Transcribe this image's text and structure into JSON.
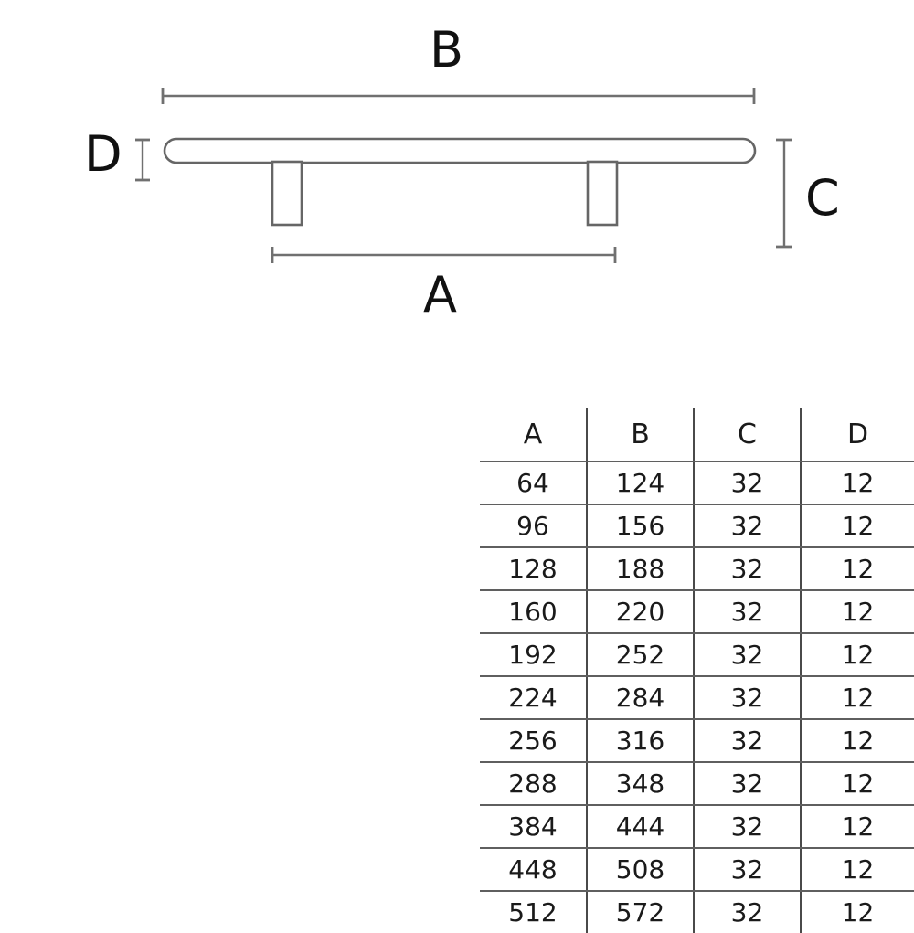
{
  "drawing": {
    "name": "bar-pull-handle-dimension-drawing",
    "labels": {
      "A": "A",
      "B": "B",
      "C": "C",
      "D": "D"
    },
    "colors": {
      "outline": "#666666",
      "dimension_line": "#707070",
      "text": "#111111"
    }
  },
  "table": {
    "columns": [
      "A",
      "B",
      "C",
      "D"
    ],
    "rows": [
      [
        "64",
        "124",
        "32",
        "12"
      ],
      [
        "96",
        "156",
        "32",
        "12"
      ],
      [
        "128",
        "188",
        "32",
        "12"
      ],
      [
        "160",
        "220",
        "32",
        "12"
      ],
      [
        "192",
        "252",
        "32",
        "12"
      ],
      [
        "224",
        "284",
        "32",
        "12"
      ],
      [
        "256",
        "316",
        "32",
        "12"
      ],
      [
        "288",
        "348",
        "32",
        "12"
      ],
      [
        "384",
        "444",
        "32",
        "12"
      ],
      [
        "448",
        "508",
        "32",
        "12"
      ],
      [
        "512",
        "572",
        "32",
        "12"
      ]
    ],
    "colors": {
      "rule": "#5f5f5f",
      "separator": "#4a4a4a",
      "text": "#1a1a1a"
    }
  },
  "chart_data": {
    "type": "table",
    "title": "",
    "categories": [
      "A",
      "B",
      "C",
      "D"
    ],
    "series": [
      {
        "name": "A",
        "values": [
          64,
          96,
          128,
          160,
          192,
          224,
          256,
          288,
          384,
          448,
          512
        ]
      },
      {
        "name": "B",
        "values": [
          124,
          156,
          188,
          220,
          252,
          284,
          316,
          348,
          444,
          508,
          572
        ]
      },
      {
        "name": "C",
        "values": [
          32,
          32,
          32,
          32,
          32,
          32,
          32,
          32,
          32,
          32,
          32
        ]
      },
      {
        "name": "D",
        "values": [
          12,
          12,
          12,
          12,
          12,
          12,
          12,
          12,
          12,
          12,
          12
        ]
      }
    ],
    "xlabel": "",
    "ylabel": "",
    "grid": true,
    "legend": "none"
  }
}
